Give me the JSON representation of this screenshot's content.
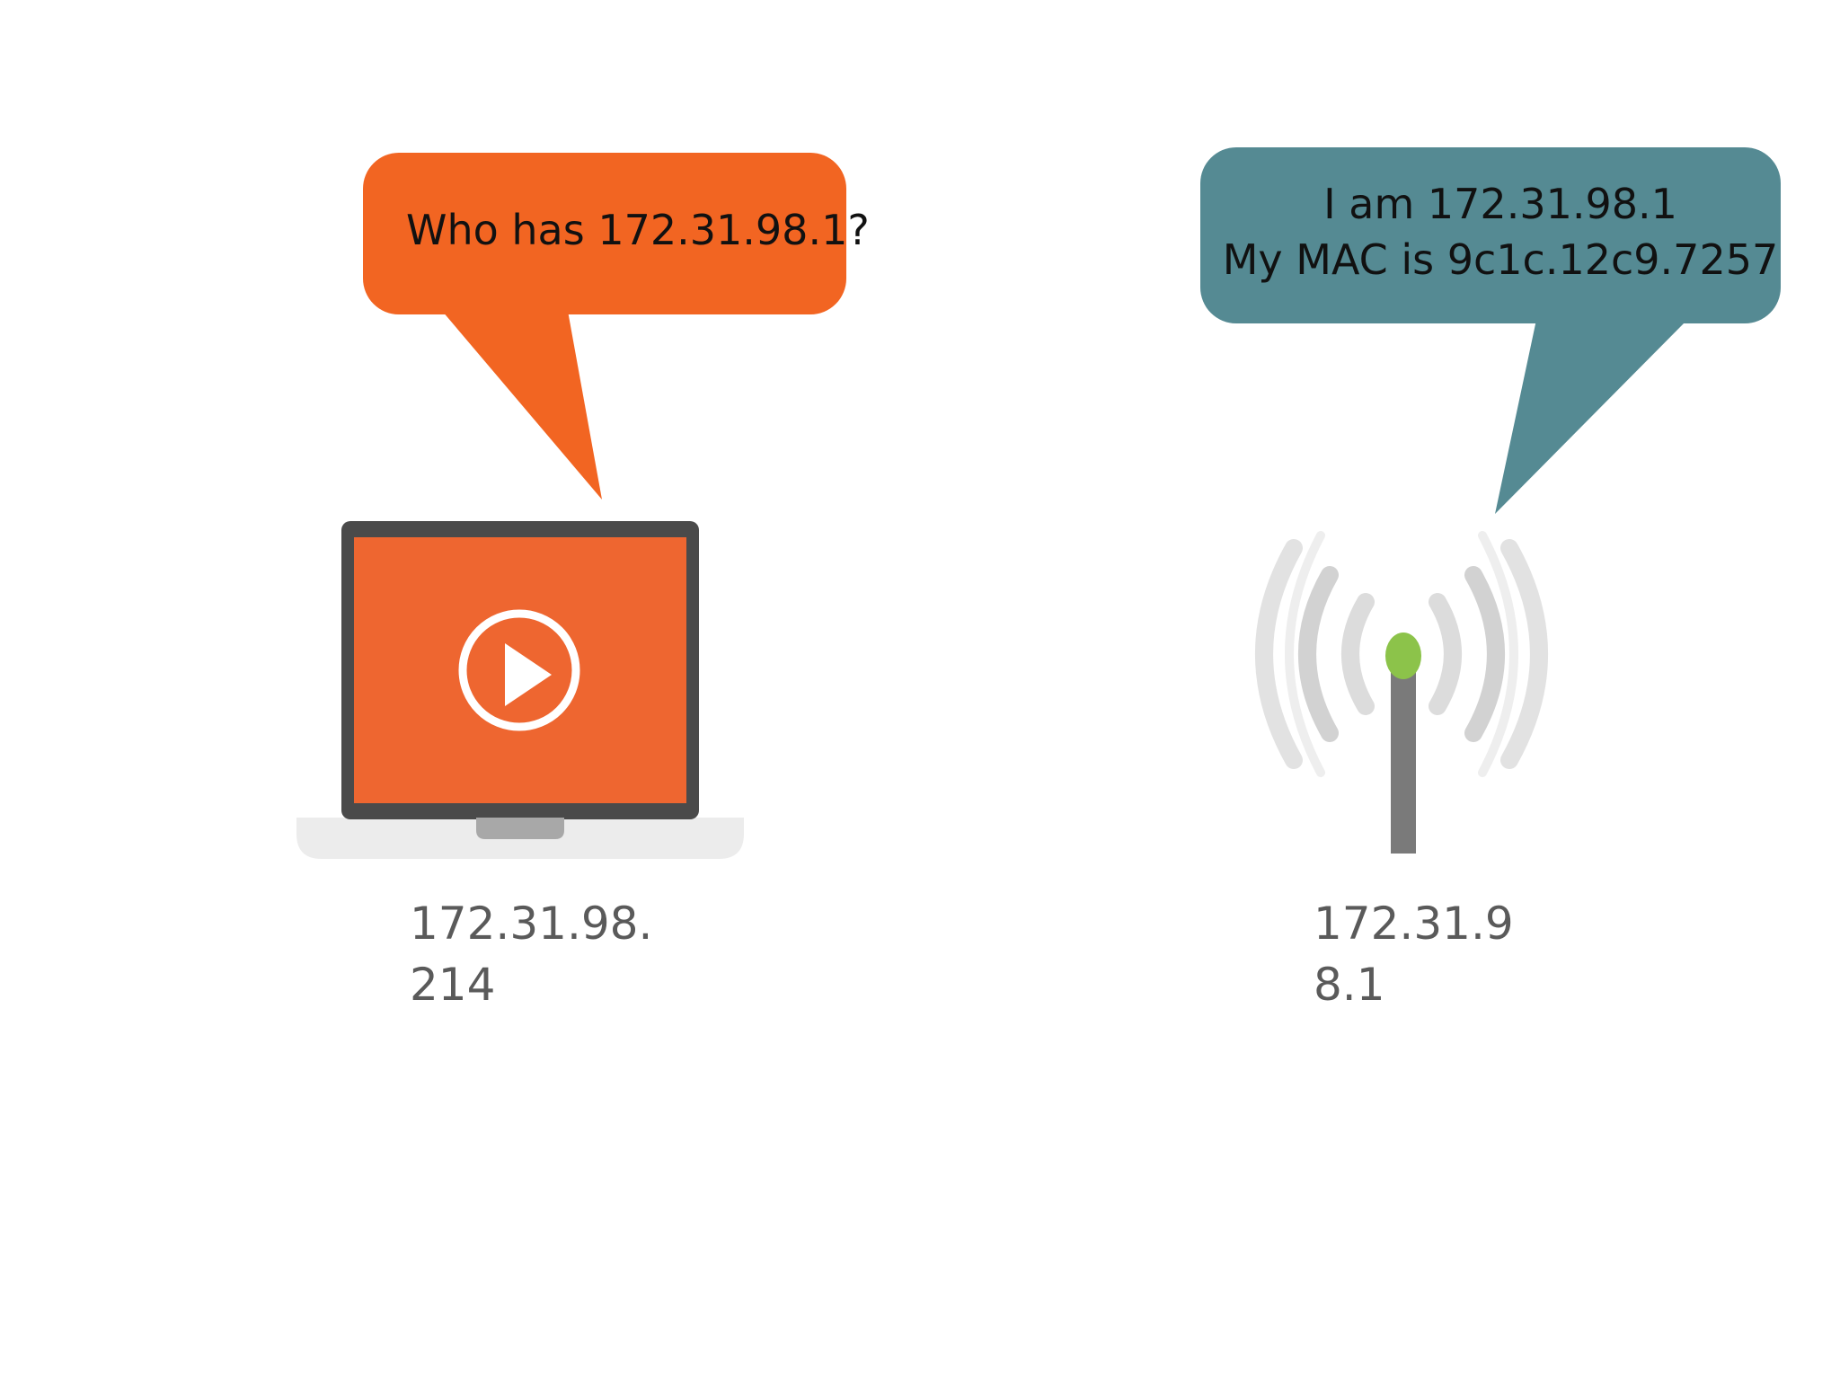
{
  "colors": {
    "request_bubble": "#f26522",
    "reply_bubble": "#558a93",
    "laptop_screen": "#ee6630",
    "laptop_frame": "#4a4a4a",
    "laptop_base": "#ececec",
    "antenna_tip": "#8cc34a",
    "antenna_mast": "#7a7a7a",
    "signal_waves": "#d6d6d6",
    "label_text": "#5a5a5a"
  },
  "request": {
    "text": "Who has  172.31.98.1?"
  },
  "reply": {
    "line1": "I am 172.31.98.1",
    "line2": "My MAC is 9c1c.12c9.7257"
  },
  "laptop": {
    "icon": "laptop-play-icon",
    "ip_line1": "172.31.98.",
    "ip_line2": "214"
  },
  "router": {
    "icon": "wireless-antenna-icon",
    "ip_line1": "172.31.9",
    "ip_line2": "8.1"
  }
}
